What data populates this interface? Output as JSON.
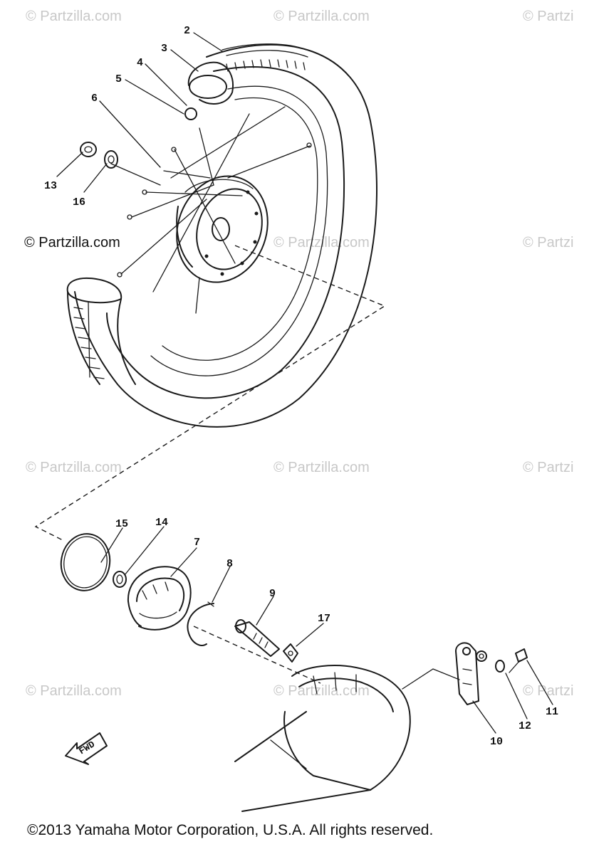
{
  "watermarks": [
    {
      "text": "© Partzilla.com",
      "tone": "light"
    },
    {
      "text": "© Partzilla.com",
      "tone": "light"
    },
    {
      "text": "© Partzi",
      "tone": "light"
    },
    {
      "text": "© Partzilla.com",
      "tone": "dark"
    },
    {
      "text": "© Partzilla.com",
      "tone": "light"
    },
    {
      "text": "© Partzi",
      "tone": "light"
    },
    {
      "text": "© Partzilla.com",
      "tone": "light"
    },
    {
      "text": "© Partzilla.com",
      "tone": "light"
    },
    {
      "text": "© Partzi",
      "tone": "light"
    },
    {
      "text": "© Partzilla.com",
      "tone": "light"
    },
    {
      "text": "© Partzilla.com",
      "tone": "light"
    },
    {
      "text": "© Partzi",
      "tone": "light"
    }
  ],
  "callouts": [
    "2",
    "3",
    "4",
    "5",
    "6",
    "13",
    "16",
    "15",
    "14",
    "7",
    "8",
    "9",
    "17",
    "10",
    "12",
    "11"
  ],
  "direction_label": "FWD",
  "footer": "©2013  Yamaha Motor Corporation, U.S.A. All rights reserved.",
  "colors": {
    "ink": "#1a1a1a",
    "watermark": "#c8c8c8",
    "background": "#ffffff"
  }
}
